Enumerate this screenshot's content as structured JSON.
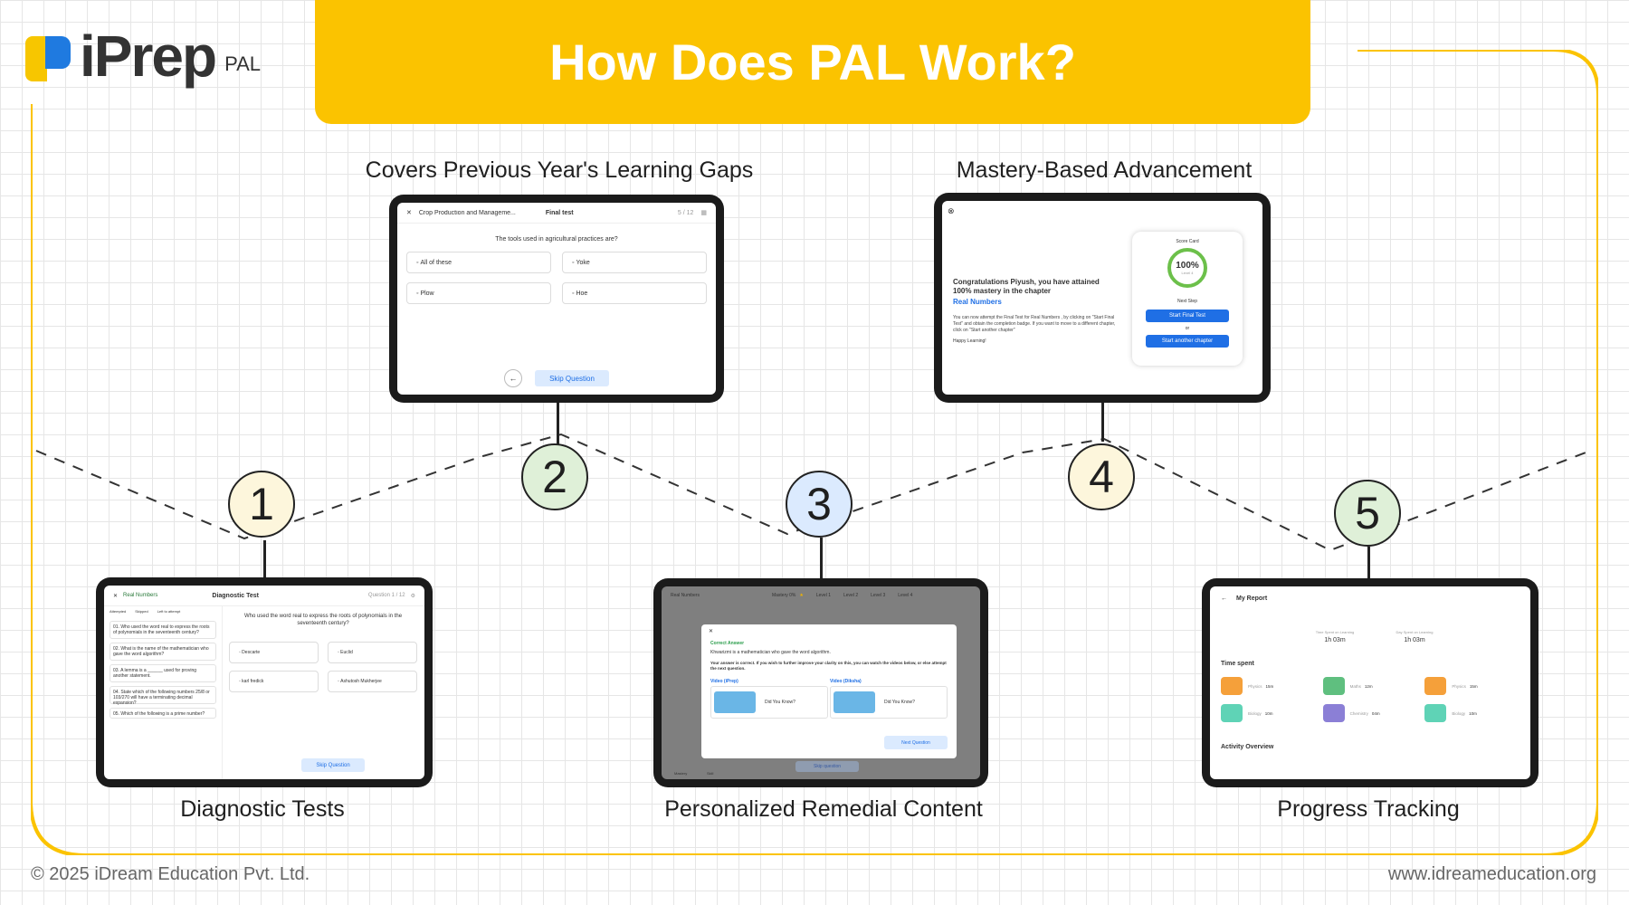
{
  "brand": {
    "logo_text": "iPrep",
    "logo_sub": "PAL"
  },
  "banner": {
    "title": "How Does PAL Work?"
  },
  "steps": [
    {
      "number": "1",
      "label": "Diagnostic Tests",
      "color": "#fdf6dc"
    },
    {
      "number": "2",
      "label": "Covers Previous Year's Learning Gaps",
      "color": "#dff0d8"
    },
    {
      "number": "3",
      "label": "Personalized Remedial Content",
      "color": "#dbeafe"
    },
    {
      "number": "4",
      "label": "Mastery-Based Advancement",
      "color": "#fdf6dc"
    },
    {
      "number": "5",
      "label": "Progress Tracking",
      "color": "#dff0d8"
    }
  ],
  "screen1": {
    "chapter": "Real Numbers",
    "title": "Diagnostic Test",
    "counter": "Question 1 / 12",
    "legend": [
      "Attempted",
      "Skipped",
      "Left to attempt"
    ],
    "questions": [
      "01. Who used the word real to express the roots of polynomials in the seventeenth century?",
      "02. What is the name of the mathematician who gave the word algorithm?",
      "03. A lemma is a ______ used for proving another statement.",
      "04. State which of the following numbers 25/8 or 103/270 will have a terminating decimal expansion?",
      "05. Which of the following is a prime number?"
    ],
    "question": "Who used the word real to express the roots of polynomials in the seventeenth century?",
    "options": [
      "Descarte",
      "Euclid",
      "karl fredick",
      "Ashutosh Mukherjee"
    ],
    "skip": "Skip Question"
  },
  "screen2": {
    "chapter": "Crop Production and Manageme...",
    "title": "Final test",
    "counter": "5 / 12",
    "question": "The tools used in agricultural practices are?",
    "options": [
      "All of these",
      "Yoke",
      "Plow",
      "Hoe"
    ],
    "skip": "Skip Question"
  },
  "screen3": {
    "chapter": "Real Numbers",
    "mastery": "Mastery 0%",
    "levels": [
      "Level 1",
      "Level 2",
      "Level 3",
      "Level 4"
    ],
    "popup_title": "Correct Answer",
    "popup_answer": "Khwarizmi is a mathematician who gave the word algorithm.",
    "popup_text": "Your answer is correct. If you wish to further improve your clarity on this, you can watch the videos below, or else attempt the next question.",
    "video_a_label": "Video (iPrep)",
    "video_b_label": "Video (Diksha)",
    "card_text": "Did You Know?",
    "next": "Next Question",
    "skip": "Skip question",
    "bottom_left": "Mastery",
    "bottom_mid": "Skill"
  },
  "screen4": {
    "headline": "Congratulations Piyush, you have attained 100% mastery in the chapter",
    "chapter": "Real Numbers",
    "body": "You can now attempt the Final Test for Real Numbers , by clicking on \"Start Final Test\" and obtain the completion badge. If you want to move to a different chapter, click on \"Start another chapter\"",
    "sign": "Happy Learning!",
    "card_title": "Score Card",
    "score": "100%",
    "level": "Level 4",
    "next_step": "Next Step",
    "btn_final": "Start Final Test",
    "or": "or",
    "btn_other": "Start another chapter"
  },
  "screen5": {
    "title": "My Report",
    "stat1_label": "Time Spent on Learning",
    "stat1_value": "1h 03m",
    "stat2_label": "Day Spent on Learning",
    "stat2_value": "1h 03m",
    "section1": "Time spent",
    "subjects": [
      {
        "name": "Physics",
        "time": "15m",
        "color": "#f5a03a"
      },
      {
        "name": "Maths",
        "time": "12m",
        "color": "#5fbf7f"
      },
      {
        "name": "Physics",
        "time": "15m",
        "color": "#f5a03a"
      },
      {
        "name": "Biology",
        "time": "10m",
        "color": "#5fd3b6"
      },
      {
        "name": "Chemistry",
        "time": "04m",
        "color": "#8b7fd6"
      },
      {
        "name": "Biology",
        "time": "10m",
        "color": "#5fd3b6"
      }
    ],
    "section2": "Activity Overview"
  },
  "footer": {
    "copyright": "© 2025 iDream Education Pvt. Ltd.",
    "website": "www.idreameducation.org"
  },
  "colors": {
    "banner": "#fbc300",
    "frame": "#fbc300",
    "accent_blue": "#1f6fe5"
  }
}
